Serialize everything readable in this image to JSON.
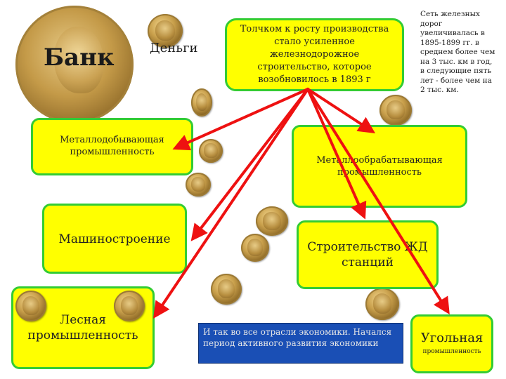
{
  "labels": {
    "bank": "Банк",
    "money": "Деньги"
  },
  "top_box": "Толчком к росту производства стало усиленное железнодорожное строительство, которое возобновилось в 1893 г",
  "railway_note": "Сеть железных дорог увеличивалась в 1895-1899 гг. в среднем более чем на 3 тыс. км в год, в следующие пять лет - более чем на 2 тыс. км.",
  "boxes": {
    "metal_mining": "Металлодобывающая промышленность",
    "metal_working": "Металлообрабатывающая промышленность",
    "machine_building": "Машиностроение",
    "railway_stations": "Строительство ЖД станций",
    "forestry": "Лесная промышленность",
    "coal_title": "Угольная",
    "coal_sub": "промышленность"
  },
  "other_sectors": "И так во все отрасли экономики. Начался период активного развития экономики",
  "colors": {
    "box_fill": "#ffff00",
    "box_border": "#33cc33",
    "arrow": "#ee1111",
    "sectors_box": "#1a4fb5"
  },
  "icons": [
    "gold-coin-icon"
  ]
}
